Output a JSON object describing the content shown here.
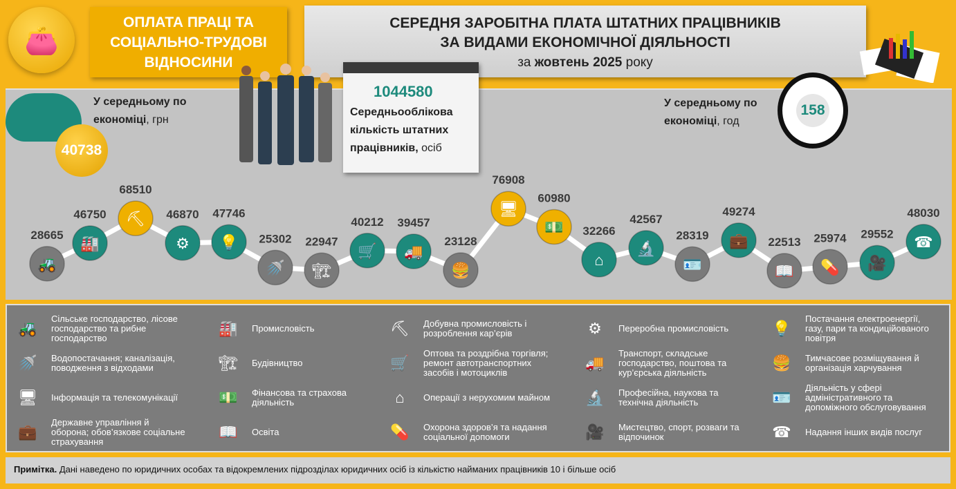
{
  "header": {
    "section_title_lines": [
      "ОПЛАТА ПРАЦІ ТА",
      "СОЦІАЛЬНО-ТРУДОВІ",
      "ВІДНОСИНИ"
    ],
    "title_lines": [
      "СЕРЕДНЯ ЗАРОБІТНА ПЛАТА ШТАТНИХ ПРАЦІВНИКІВ",
      "ЗА ВИДАМИ ЕКОНОМІЧНОЇ ДІЯЛЬНОСТІ"
    ],
    "period_prefix": "за ",
    "period_bold": "жовтень 2025",
    "period_suffix": " року"
  },
  "summary": {
    "wage_label_bold": "У середньому по економіці",
    "wage_unit": ", грн",
    "wage_value": "40738",
    "employees_value": "1044580",
    "employees_label_bold": "Середньооблікова кількість штатних працівників,",
    "employees_unit": " осіб",
    "hours_label_bold": "У середньому по економіці",
    "hours_unit": ", год",
    "hours_value": "158"
  },
  "colors": {
    "background": "#f6b519",
    "teal": "#1d8a7c",
    "gold": "#efb000",
    "grey": "#7a7a7a",
    "panel": "#c3c3c3"
  },
  "chart_data": {
    "type": "line",
    "categories": [
      "Сільське господарство, лісове господарство та рибне господарство",
      "Промисловість",
      "Добувна промисловість  і розроблення кар’єрів",
      "Переробна промисловість",
      "Постачання електроенергії, газу, пари та кондиційованого повітря",
      "Водопостачання; каналізація, поводження  з відходами",
      "Будівництво",
      "Оптова та роздрібна торгівля; ремонт автотранспортних засобів і мотоциклів",
      "Транспорт, складське господарство, поштова та кур’єрська діяльність",
      "Тимчасове розміщування й організація харчування",
      "Інформація та телекомунікації",
      "Фінансова та страхова діяльність",
      "Операції з нерухомим майном",
      "Професійна, наукова та технічна діяльність",
      "Діяльність у сфері адміністративного та допоміжного обслуговування",
      "Державне управління й оборона; обов’язкове соціальне страхування",
      "Освіта",
      "Охорона здоров’я та надання соціальної допомоги",
      "Мистецтво, спорт, розваги та відпочинок",
      "Надання інших видів послуг"
    ],
    "values": [
      28665,
      46750,
      68510,
      46870,
      47746,
      25302,
      22947,
      40212,
      39457,
      23128,
      76908,
      60980,
      32266,
      42567,
      28319,
      49274,
      22513,
      25974,
      29552,
      48030
    ],
    "icons": [
      "tractor-icon",
      "factory-icon",
      "excavator-icon",
      "gears-icon",
      "lightbulb-icon",
      "shower-icon",
      "crane-icon",
      "cart-icon",
      "truck-icon",
      "food-icon",
      "computer-icon",
      "money-icon",
      "house-icon",
      "microscope-icon",
      "id-card-icon",
      "briefcase-icon",
      "book-icon",
      "medicine-icon",
      "camera-icon",
      "phone-icon"
    ],
    "unit": "грн"
  },
  "note": {
    "bold": "Примітка.",
    "text": " Дані наведено по юридичних особах та відокремлених підрозділах юридичних осіб із кількістю найманих працівників 10 і більше осіб"
  }
}
